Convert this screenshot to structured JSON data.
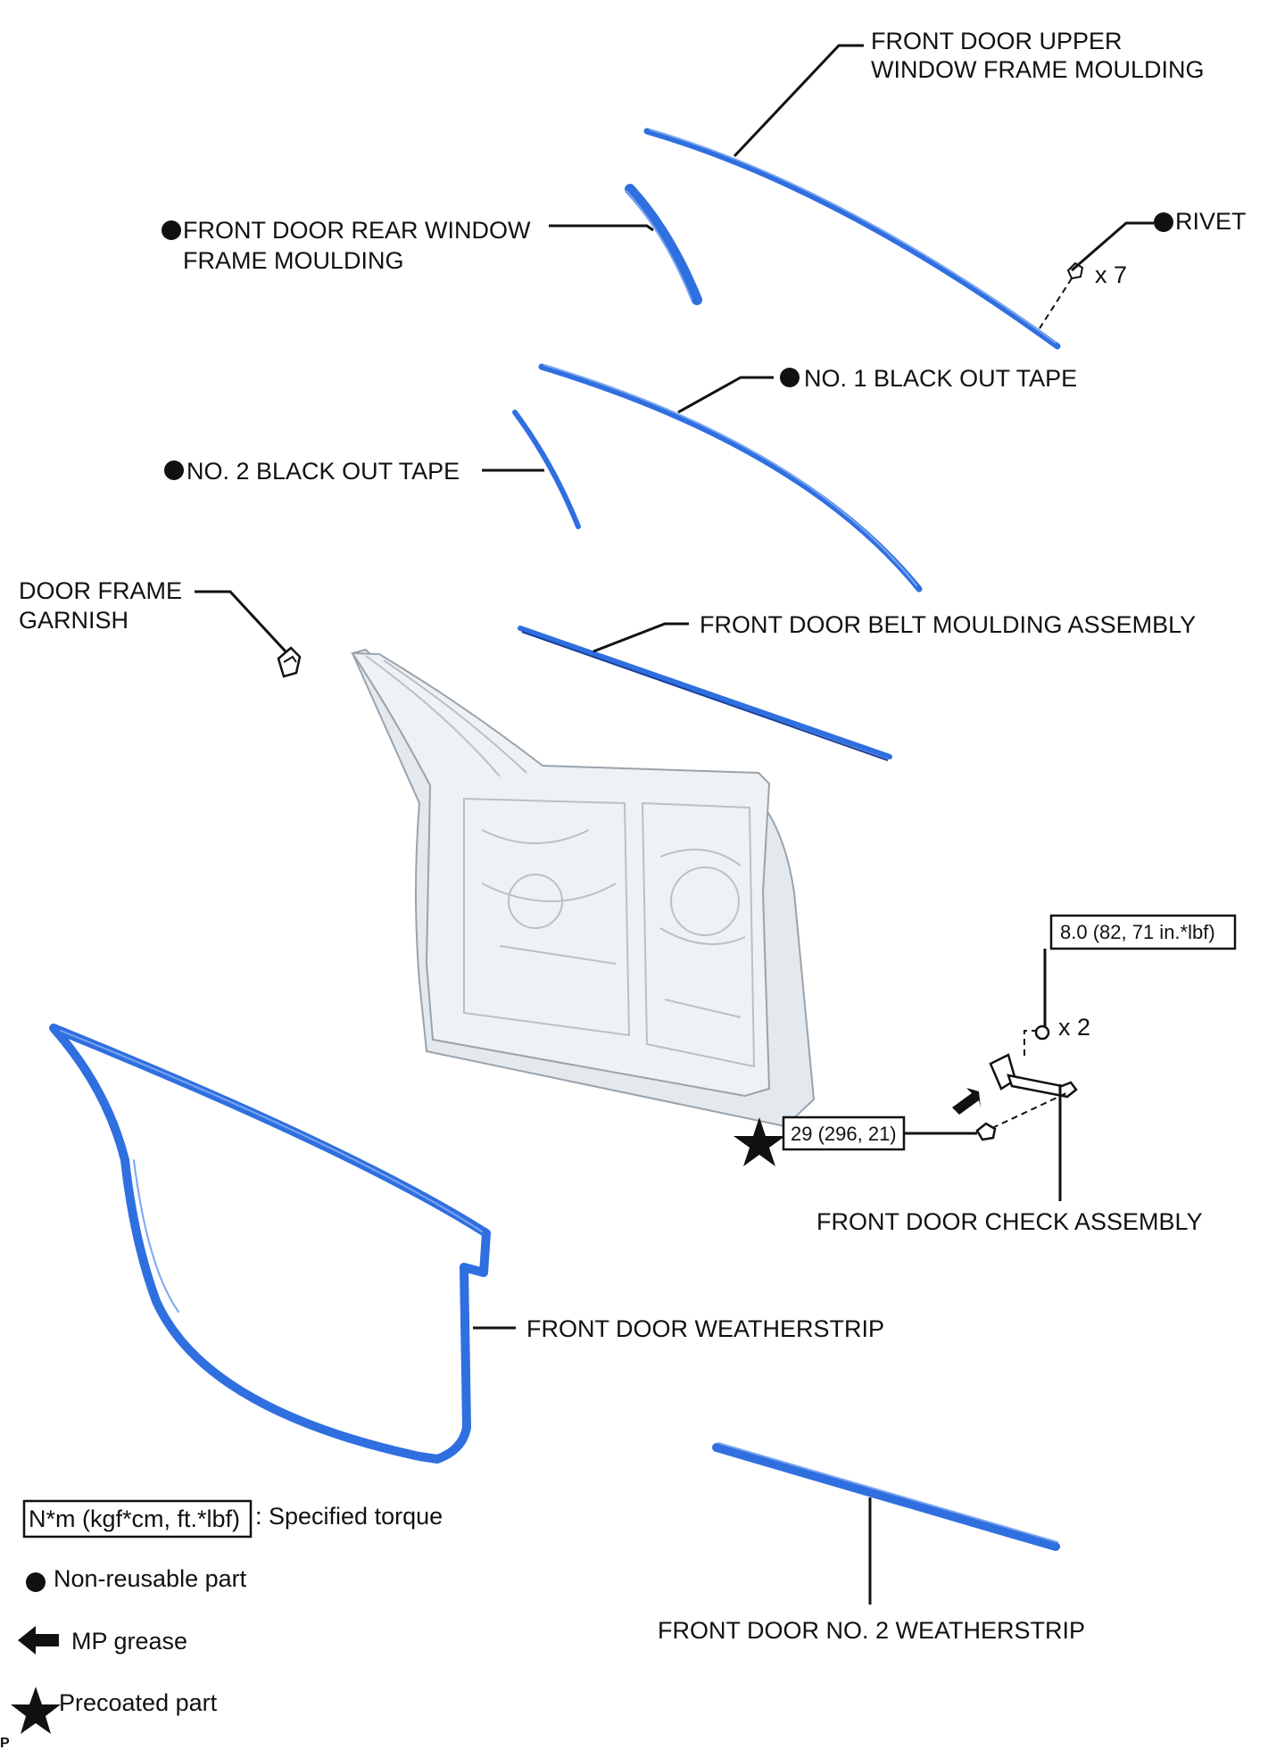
{
  "labels": {
    "upper_moulding": [
      "FRONT DOOR UPPER",
      "WINDOW FRAME MOULDING"
    ],
    "rear_moulding": [
      "FRONT DOOR REAR WINDOW",
      "FRAME MOULDING"
    ],
    "rivet": "RIVET",
    "rivet_qty": "x 7",
    "tape1": "NO. 1 BLACK OUT TAPE",
    "tape2": "NO. 2 BLACK OUT TAPE",
    "garnish": [
      "DOOR FRAME",
      "GARNISH"
    ],
    "belt_moulding": "FRONT DOOR BELT MOULDING ASSEMBLY",
    "torque_check_bolt": "8.0 (82, 71 in.*lbf)",
    "check_bolt_qty": "x 2",
    "torque_precoated": "29 (296, 21)",
    "check_assembly": "FRONT DOOR CHECK ASSEMBLY",
    "weatherstrip": "FRONT DOOR WEATHERSTRIP",
    "no2_weatherstrip": "FRONT DOOR NO. 2 WEATHERSTRIP"
  },
  "legend": {
    "torque_box": "N*m (kgf*cm, ft.*lbf)",
    "torque_text": ": Specified torque",
    "non_reusable": "Non-reusable part",
    "mp_grease": "MP grease",
    "precoated": "Precoated part"
  },
  "corner_mark": "P",
  "colors": {
    "part_blue": "#2f6fe0",
    "ink": "#111111"
  },
  "icons": [
    "filled-circle-icon",
    "arrow-left-icon",
    "star-icon"
  ]
}
